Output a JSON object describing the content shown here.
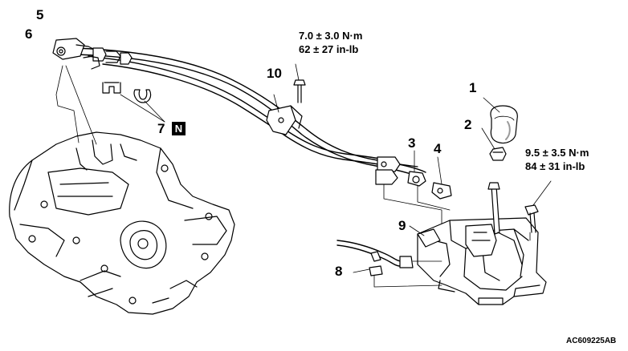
{
  "callouts": {
    "c1": "1",
    "c2": "2",
    "c3": "3",
    "c4": "4",
    "c5": "5",
    "c6": "6",
    "c7": "7",
    "c8": "8",
    "c9": "9",
    "c10": "10"
  },
  "badge_n": "N",
  "torque_cable_bolt": {
    "nm": "7.0 ± 3.0 N·m",
    "inlb": "62 ± 27 in-lb"
  },
  "torque_lever_bolt": {
    "nm": "9.5 ± 3.5 N·m",
    "inlb": "84 ± 31 in-lb"
  },
  "figure_code": "AC609225AB",
  "colors": {
    "line": "#000000",
    "fill": "#ffffff",
    "shade": "#d9d9d9"
  }
}
